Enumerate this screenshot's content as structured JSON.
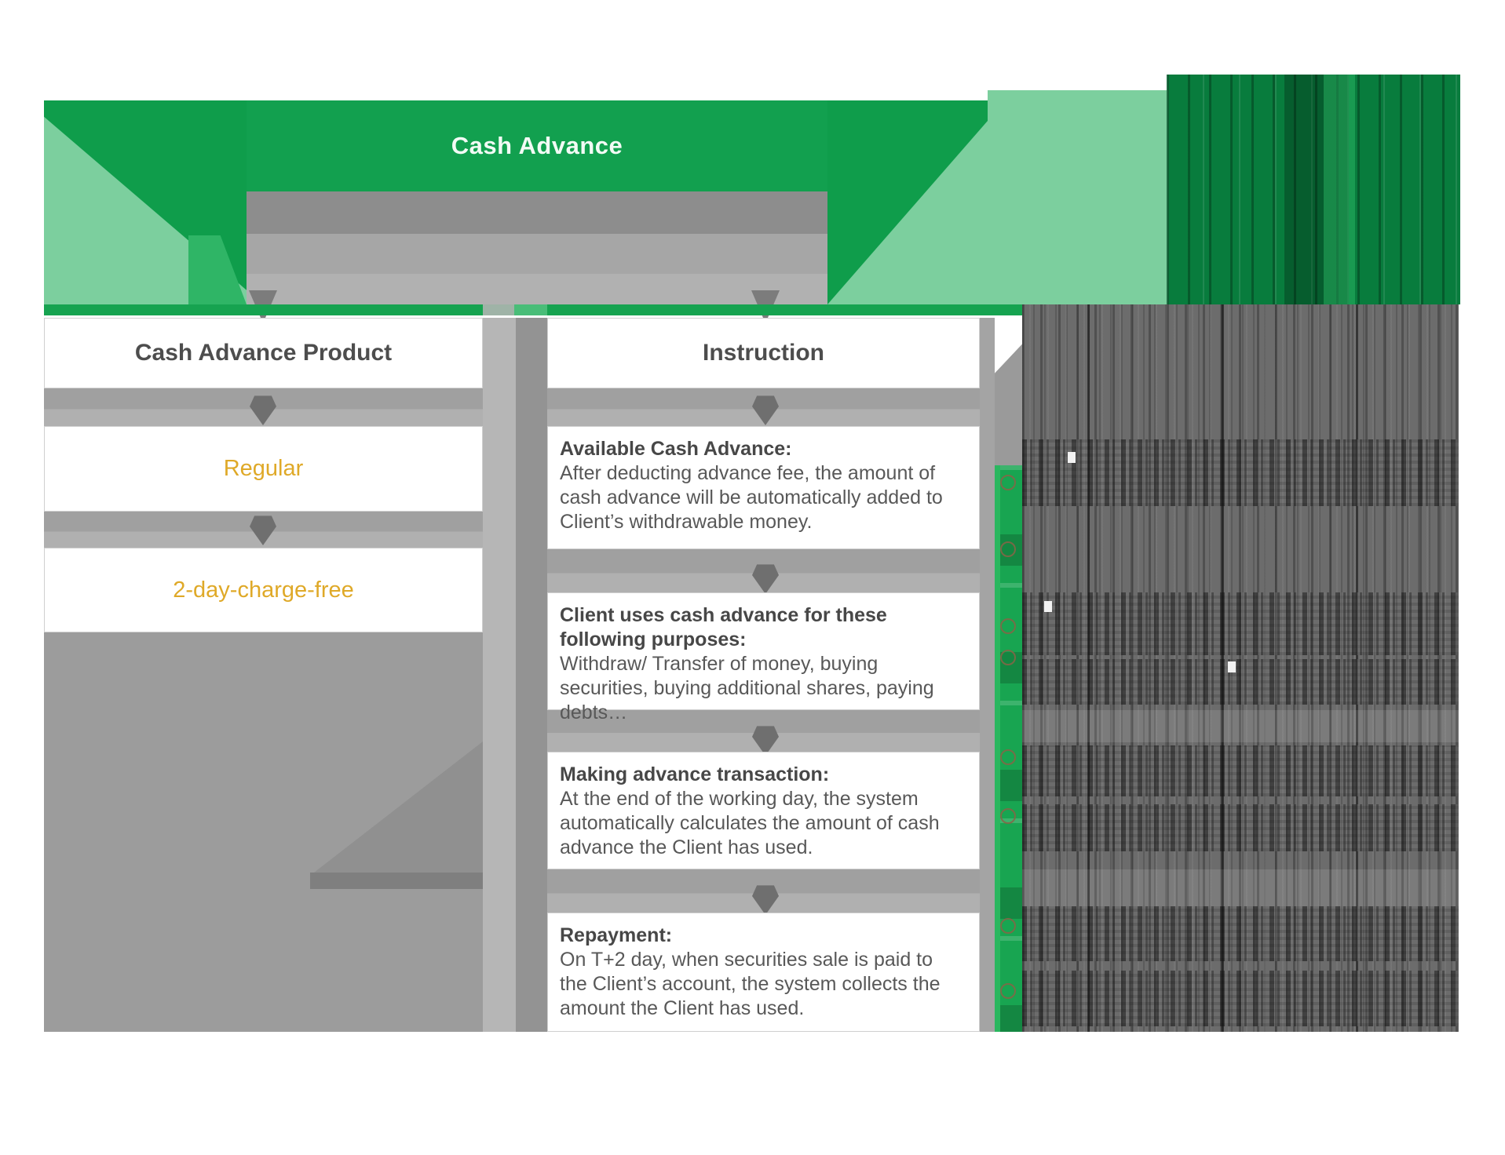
{
  "banner": {
    "title": "Cash Advance"
  },
  "columns": {
    "product": {
      "header": "Cash Advance Product",
      "accent_color": "#dfa928",
      "items": [
        {
          "label": "Regular"
        },
        {
          "label": "2-day-charge-free"
        }
      ]
    },
    "instruction": {
      "header": "Instruction",
      "steps": [
        {
          "title": "Available Cash Advance:",
          "body": "After deducting advance fee, the amount of cash advance will be automatically added to Client’s withdrawable money."
        },
        {
          "title": "Client uses cash advance for these following purposes:",
          "body": "Withdraw/ Transfer of money, buying securities, buying additional shares, paying debts…"
        },
        {
          "title": "Making advance transaction:",
          "body": "At the end of the working day, the system automatically calculates the amount of cash advance the Client has used."
        },
        {
          "title": "Repayment:",
          "body": "On T+2 day, when securities sale is paid to the Client’s account, the system collects the amount the Client has used."
        }
      ]
    }
  },
  "colors": {
    "banner_green": "#12a04f",
    "dark_green": "#087c3d",
    "light_green": "#7ccf9e",
    "band_green": "#16a350",
    "bullet_bar_green": "#18a551",
    "accent_yellow": "#dfa928",
    "heading_gray": "#4d4d4d",
    "body_gray": "#585858",
    "connector_gray": "#a6a6a6"
  }
}
